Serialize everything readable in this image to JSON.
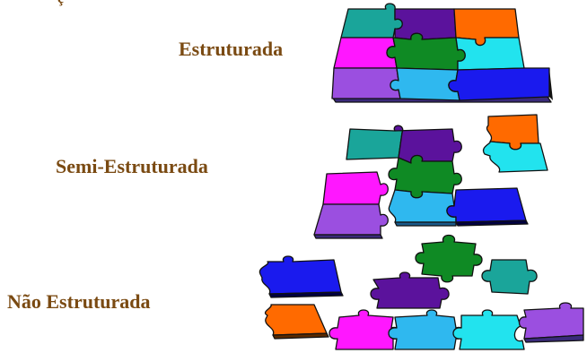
{
  "labels": {
    "top_fragment": "ç",
    "estruturada": "Estruturada",
    "semi_estruturada": "Semi-Estruturada",
    "nao_estruturada": "Não Estruturada"
  },
  "colors": {
    "label_text": "#7a4a12",
    "teal": "#1aa59a",
    "purple": "#5b129c",
    "orange": "#ff6a00",
    "magenta": "#ff17ff",
    "green": "#0f8a24",
    "cyan": "#22e3ee",
    "violet": "#9b4fe0",
    "sky": "#2fb8ef",
    "blue": "#1a1aee"
  },
  "icons": [
    "puzzle-structured-icon",
    "puzzle-semi-structured-icon",
    "puzzle-unstructured-icon"
  ]
}
